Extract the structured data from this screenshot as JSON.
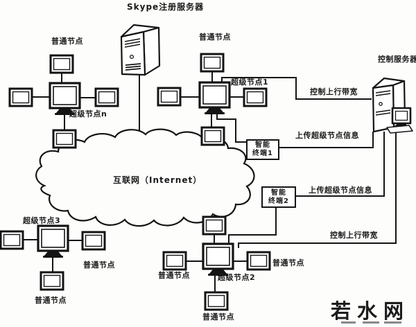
{
  "diagram": {
    "skype_server_label": "Skype注册服务器",
    "control_server_label": "控制服务器",
    "internet_label": "互联网（Internet）",
    "ordinary_node_label": "普通节点",
    "super_node_labels": {
      "n": "超级节点n",
      "1": "超级节点1",
      "2": "超级节点2",
      "3": "超级节点3"
    },
    "terminal_boxes": {
      "t1": {
        "line1": "智能",
        "line2": "终端1"
      },
      "t2": {
        "line1": "智能",
        "line2": "终端2"
      }
    },
    "edge_labels": {
      "control_uplink_top": "控制上行带宽",
      "upload_super_info_top": "上传超级节点信息",
      "upload_super_info_bottom": "上传超级节点信息",
      "control_uplink_bottom": "控制上行带宽"
    }
  },
  "watermark": {
    "text": "若水网"
  },
  "colors": {
    "ink": "#1a1a1a",
    "background": "#fdfdfc"
  }
}
